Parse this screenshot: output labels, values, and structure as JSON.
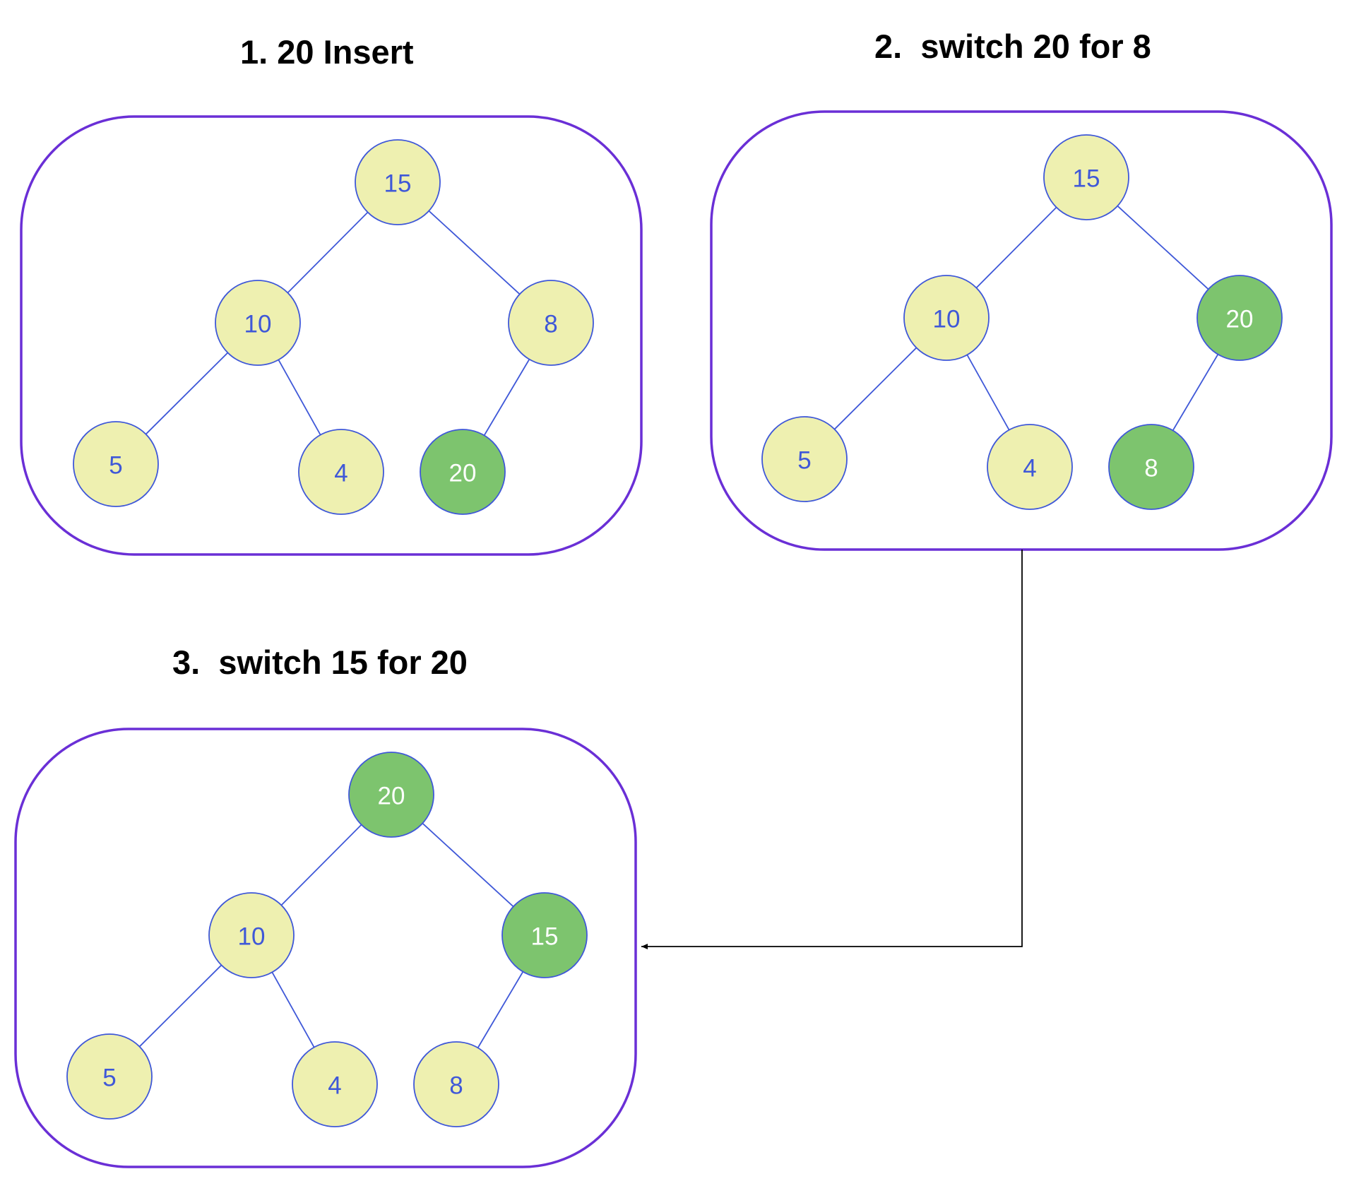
{
  "colors": {
    "frame": "#6a2fd6",
    "edge": "#3f58d8",
    "node_default_fill": "#eef0b0",
    "node_default_text": "#3f58d8",
    "node_highlight_fill": "#7dc46e",
    "node_highlight_text": "#ffffff",
    "connector": "#000000"
  },
  "panels": [
    {
      "title": "1. 20 Insert",
      "nodes": [
        {
          "label": "15",
          "highlight": false
        },
        {
          "label": "10",
          "highlight": false
        },
        {
          "label": "8",
          "highlight": false
        },
        {
          "label": "5",
          "highlight": false
        },
        {
          "label": "4",
          "highlight": false
        },
        {
          "label": "20",
          "highlight": true
        }
      ]
    },
    {
      "title": "2.  switch 20 for 8",
      "nodes": [
        {
          "label": "15",
          "highlight": false
        },
        {
          "label": "10",
          "highlight": false
        },
        {
          "label": "20",
          "highlight": true
        },
        {
          "label": "5",
          "highlight": false
        },
        {
          "label": "4",
          "highlight": false
        },
        {
          "label": "8",
          "highlight": true
        }
      ]
    },
    {
      "title": "3.  switch 15 for 20",
      "nodes": [
        {
          "label": "20",
          "highlight": true
        },
        {
          "label": "10",
          "highlight": false
        },
        {
          "label": "15",
          "highlight": true
        },
        {
          "label": "5",
          "highlight": false
        },
        {
          "label": "4",
          "highlight": false
        },
        {
          "label": "8",
          "highlight": false
        }
      ]
    }
  ]
}
